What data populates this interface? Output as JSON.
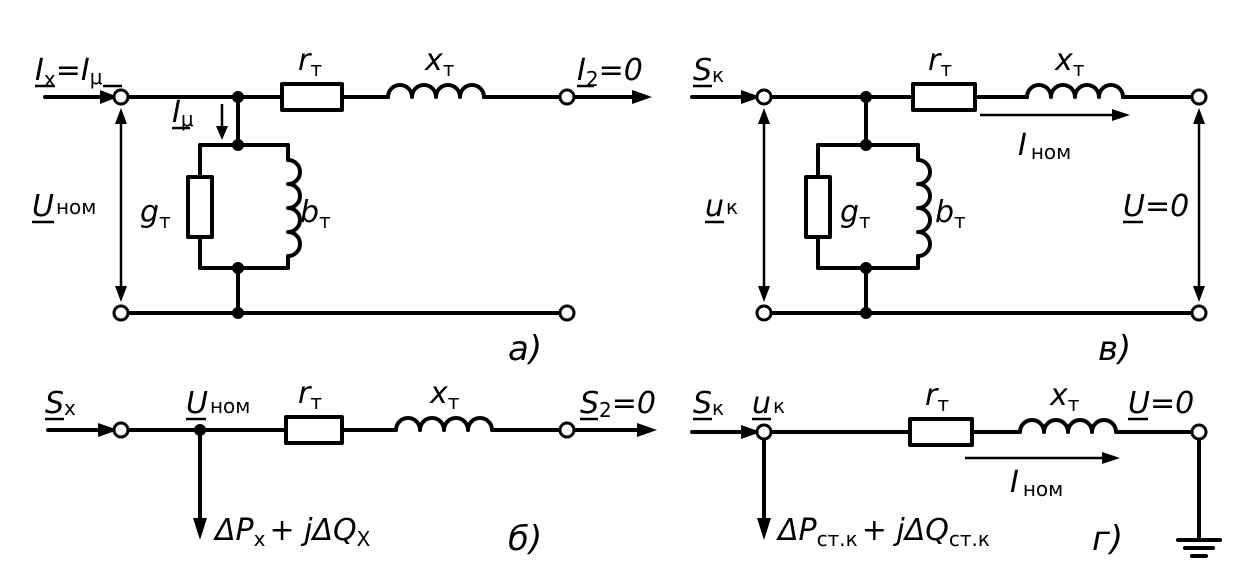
{
  "panel_a": {
    "tag": "а)",
    "in_label": "I",
    "in_sub": "x",
    "eq": "=",
    "in_rhs": "I",
    "in_rhs_sub": "μ",
    "imu_label": "I",
    "imu_sub": "μ",
    "u_label": "U",
    "u_sub": "ном",
    "r_label": "r",
    "r_sub": "т",
    "x_label": "x",
    "x_sub": "т",
    "g_label": "g",
    "g_sub": "т",
    "b_label": "b",
    "b_sub": "т",
    "out_label": "I",
    "out_sub": "2",
    "out_val": "=0"
  },
  "panel_b": {
    "tag": "б)",
    "s_label": "S",
    "s_sub": "x",
    "u_label": "U",
    "u_sub": "ном",
    "r_label": "r",
    "r_sub": "т",
    "x_label": "x",
    "x_sub": "т",
    "out_label": "S",
    "out_sub": "2",
    "out_val": "=0",
    "loss_dp": "ΔP",
    "loss_dp_sub": "x",
    "loss_plus": "+ jΔQ",
    "loss_q_sub": "X"
  },
  "panel_v": {
    "tag": "в)",
    "s_label": "S",
    "s_sub": "к",
    "u_label": "u",
    "u_sub": "к",
    "r_label": "r",
    "r_sub": "т",
    "x_label": "x",
    "x_sub": "т",
    "g_label": "g",
    "g_sub": "т",
    "b_label": "b",
    "b_sub": "т",
    "i_label": "I",
    "i_sub": "ном",
    "u0_label": "U",
    "u0_val": "=0"
  },
  "panel_g": {
    "tag": "г)",
    "s_label": "S",
    "s_sub": "к",
    "u_label": "u",
    "u_sub": "к",
    "r_label": "r",
    "r_sub": "т",
    "x_label": "x",
    "x_sub": "т",
    "i_label": "I",
    "i_sub": "ном",
    "u0_label": "U",
    "u0_val": "=0",
    "loss_dp": "ΔP",
    "loss_dp_sub": "ст.к",
    "loss_plus": "+ jΔQ",
    "loss_q_sub": "ст.к"
  }
}
